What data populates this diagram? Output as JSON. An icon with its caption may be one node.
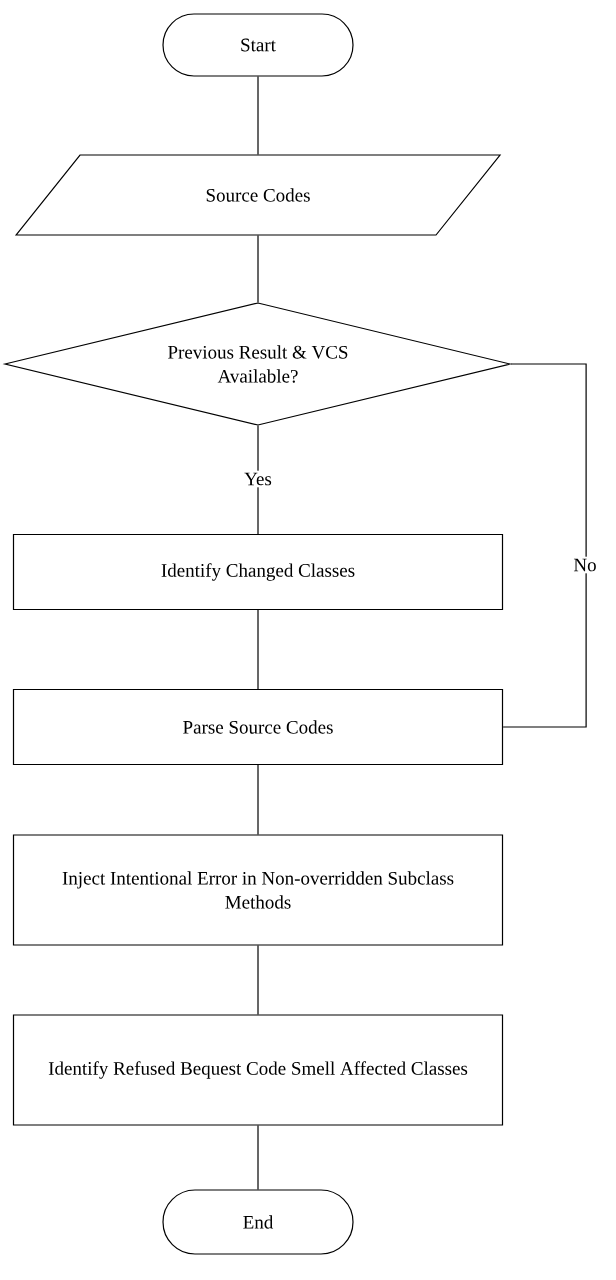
{
  "diagram": {
    "nodes": [
      {
        "text": [
          "Start"
        ]
      },
      {
        "text": [
          "Source Codes"
        ]
      },
      {
        "text": [
          "Previous Result & VCS Available?"
        ]
      },
      {
        "text": [
          "Identify Changed Classes"
        ]
      },
      {
        "text": [
          "Parse Source Codes"
        ]
      },
      {
        "text": [
          "Inject Intentional Error in Non-overridden Subclass Methods"
        ]
      },
      {
        "text": [
          "Identify Refused Bequest Code Smell Affected Classes"
        ]
      },
      {
        "text": [
          "End"
        ]
      }
    ],
    "edges": [
      {
        "from": 0,
        "to": 1,
        "arrow": "none"
      },
      {
        "from": 1,
        "to": 2,
        "arrow": "none"
      },
      {
        "from": 2,
        "to": 3,
        "arrow": "none",
        "label": "Yes"
      },
      {
        "from": 3,
        "to": 4,
        "arrow": "none"
      },
      {
        "from": 2,
        "to": 4,
        "arrow": "none",
        "label": "No"
      },
      {
        "from": 4,
        "to": 5,
        "arrow": "none"
      },
      {
        "from": 5,
        "to": 6,
        "arrow": "none"
      },
      {
        "from": 6,
        "to": 7,
        "arrow": "none"
      }
    ]
  }
}
